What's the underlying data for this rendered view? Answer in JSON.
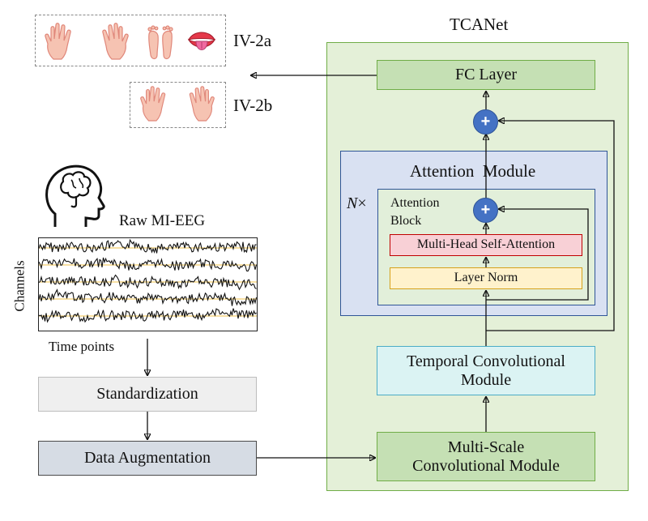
{
  "legend": {
    "dataset_a": "IV-2a",
    "dataset_b": "IV-2b"
  },
  "input": {
    "raw_label": "Raw MI-EEG",
    "y_axis_label": "Channels",
    "x_axis_label": "Time points"
  },
  "pipeline": {
    "standardization": "Standardization",
    "augmentation": "Data Augmentation"
  },
  "model": {
    "title": "TCANet",
    "fc_layer": "FC Layer",
    "attention_module": "Attention  Module",
    "repeat_marker": "N",
    "repeat_symbol": "×",
    "attention_block_line1": "Attention",
    "attention_block_line2": "Block",
    "mhsa": "Multi-Head Self-Attention",
    "layer_norm": "Layer Norm",
    "temporal_line1": "Temporal Convolutional",
    "temporal_line2": "Module",
    "multiscale_line1": "Multi-Scale",
    "multiscale_line2": "Convolutional Module",
    "plus_symbol": "+"
  },
  "colors": {
    "tcanet_bg": "#e4f0d8",
    "tcanet_border": "#70ad47",
    "fc_bg": "#c5e0b4",
    "attention_bg": "#d9e1f2",
    "attention_border": "#2f5597",
    "mhsa_bg": "#f8d0d6",
    "mhsa_border": "#c00000",
    "layernorm_bg": "#fff2cc",
    "layernorm_border": "#d6a11a",
    "temporal_bg": "#dbf3f3",
    "temporal_border": "#4bacc6",
    "standardization_bg": "#efefef",
    "augmentation_bg": "#d6dce4",
    "plus_circle": "#4472c4"
  }
}
